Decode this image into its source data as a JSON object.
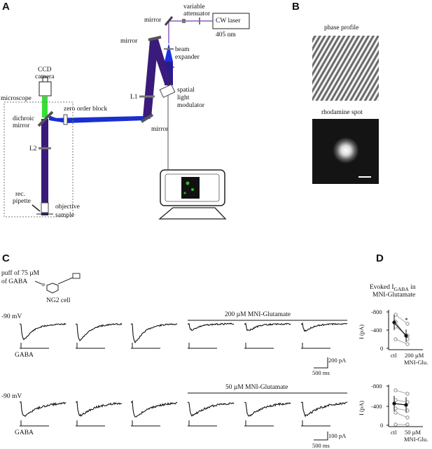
{
  "panels": {
    "a": "A",
    "b": "B",
    "c": "C",
    "d": "D"
  },
  "setup": {
    "laser": "CW laser",
    "laser_wavelength": "405 nm",
    "attenuator_1": "variable",
    "attenuator_2": "attenuator",
    "mirror_top": "mirror",
    "mirror_left": "mirror",
    "mirror_bottom": "mirror",
    "beam_expander_1": "beam",
    "beam_expander_2": "expander",
    "slm_1": "spatial",
    "slm_2": "light",
    "slm_3": "modulator",
    "l1": "L1",
    "l2": "L2",
    "zero_order_block": "zero order block",
    "ccd_1": "CCD",
    "ccd_2": "camera",
    "microscope": "microscope",
    "dichroic_1": "dichroic",
    "dichroic_2": "mirror",
    "rec_pipette_1": "rec.",
    "rec_pipette_2": "pipette",
    "objective": "objective",
    "sample": "sample"
  },
  "panel_b": {
    "phase_profile": "phase profile",
    "rhodamine_spot": "rhodamine spot"
  },
  "panel_c": {
    "puff_1": "puff of 75 µM",
    "puff_2": "of GABA",
    "ng2_cell": "NG2 cell",
    "hold_1": "-90 mV",
    "hold_2": "-90 mV",
    "mni_row1": "200 µM MNI-Glutamate",
    "mni_row2": "50 µM MNI-Glutamate",
    "gaba_1": "GABA",
    "gaba_2": "GABA",
    "scale1_y": "200 pA",
    "scale1_x": "500 ms",
    "scale2_y": "100 pA",
    "scale2_x": "500 ms"
  },
  "panel_d": {
    "title_1": "Evoked I",
    "title_sub": "GABA",
    "title_2": " in",
    "title_3": "MNI-Glutamate",
    "ylabel": "I (pA)",
    "ticks": [
      "-800",
      "-400",
      "0"
    ],
    "xcat_ctl": "ctl",
    "xcat_drug_1": "200 µM",
    "xcat_drug_2": "MNI-Glu.",
    "xcat2_drug_1": "50 µM",
    "xcat2_drug_2": "MNI-Glu.",
    "star": "*"
  },
  "colors": {
    "beam": "#3a1a7a",
    "violet": "#6a3fa0",
    "blue": "#1a2fd0",
    "green": "#35e035"
  }
}
